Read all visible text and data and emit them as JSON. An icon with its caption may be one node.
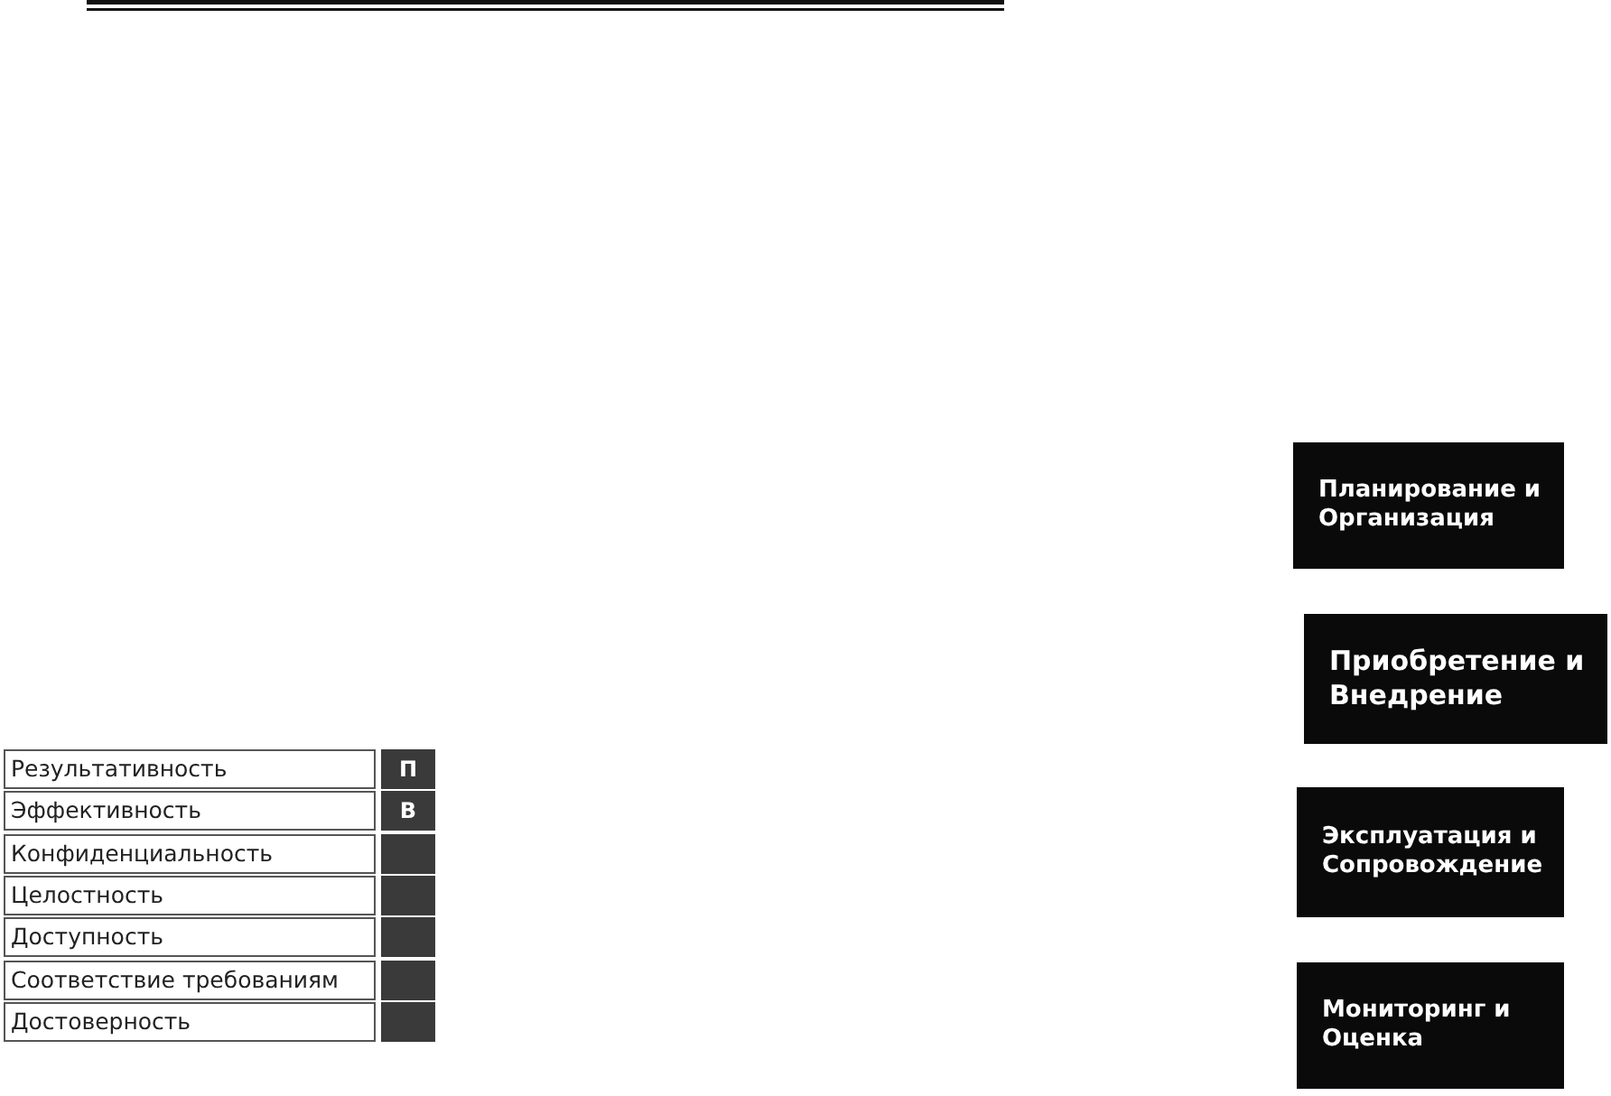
{
  "diagram": {
    "nodes": [
      {
        "text": [
          "Планирование и Организация"
        ]
      },
      {
        "text": [
          "Приобретение и Внедрение"
        ]
      },
      {
        "text": [
          "Эксплуатация и Сопровождение"
        ]
      },
      {
        "text": [
          "Мониторинг и Оценка"
        ]
      }
    ],
    "labels": [
      "Результативность",
      "П",
      "Эффективность",
      "В",
      "Конфиденциальность",
      "Целостность",
      "Доступность",
      "Соответствие требованиям",
      "Достоверность"
    ]
  }
}
